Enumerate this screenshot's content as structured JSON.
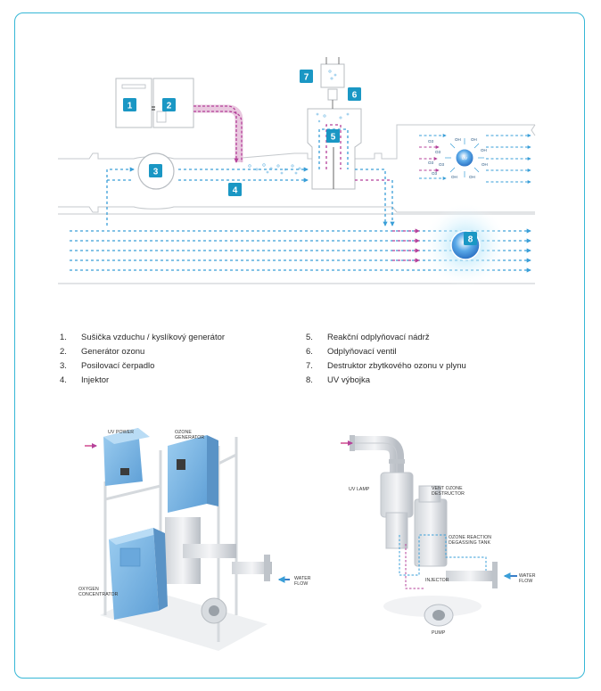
{
  "diagram": {
    "badges": [
      {
        "id": "1",
        "label": "1"
      },
      {
        "id": "2",
        "label": "2"
      },
      {
        "id": "3",
        "label": "3"
      },
      {
        "id": "4",
        "label": "4"
      },
      {
        "id": "5",
        "label": "5"
      },
      {
        "id": "6",
        "label": "6"
      },
      {
        "id": "7",
        "label": "7"
      },
      {
        "id": "8",
        "label": "8"
      }
    ],
    "chem_labels": {
      "o3": "O3",
      "oh": "OH",
      "uv": "UV"
    }
  },
  "legend": {
    "left": [
      {
        "num": "1.",
        "text": "Sušička vzduchu / kyslíkový generátor"
      },
      {
        "num": "2.",
        "text": "Generátor ozonu"
      },
      {
        "num": "3.",
        "text": "Posilovací čerpadlo"
      },
      {
        "num": "4.",
        "text": "Injektor"
      }
    ],
    "right": [
      {
        "num": "5.",
        "text": "Reakční odplyňovací nádrž"
      },
      {
        "num": "6.",
        "text": "Odplyňovací ventil"
      },
      {
        "num": "7.",
        "text": "Destruktor zbytkového ozonu v plynu"
      },
      {
        "num": "8.",
        "text": "UV výbojka"
      }
    ]
  },
  "photo_left": {
    "labels": {
      "uv_power": "UV POWER",
      "ozone_generator_1": "OZONE",
      "ozone_generator_2": "GENERATOR",
      "oxygen_1": "OXYGEN",
      "oxygen_2": "CONCENTRATOR",
      "water_1": "WATER",
      "water_2": "FLOW"
    }
  },
  "photo_right": {
    "labels": {
      "uv_lamp": "UV LAMP",
      "vent_1": "VENT OZONE",
      "vent_2": "DESTRUCTOR",
      "tank_1": "OZONE REACTION",
      "tank_2": "DEGASSING TANK",
      "injector": "INJECTOR",
      "pump": "PUMP",
      "water_1": "WATER",
      "water_2": "FLOW"
    }
  },
  "colors": {
    "accent": "#1a97c4",
    "border": "#35b7d6",
    "water_arrow": "#3a9fd8",
    "ozone_arrow": "#b5429a",
    "machine_blue": "#7ab8e6"
  }
}
